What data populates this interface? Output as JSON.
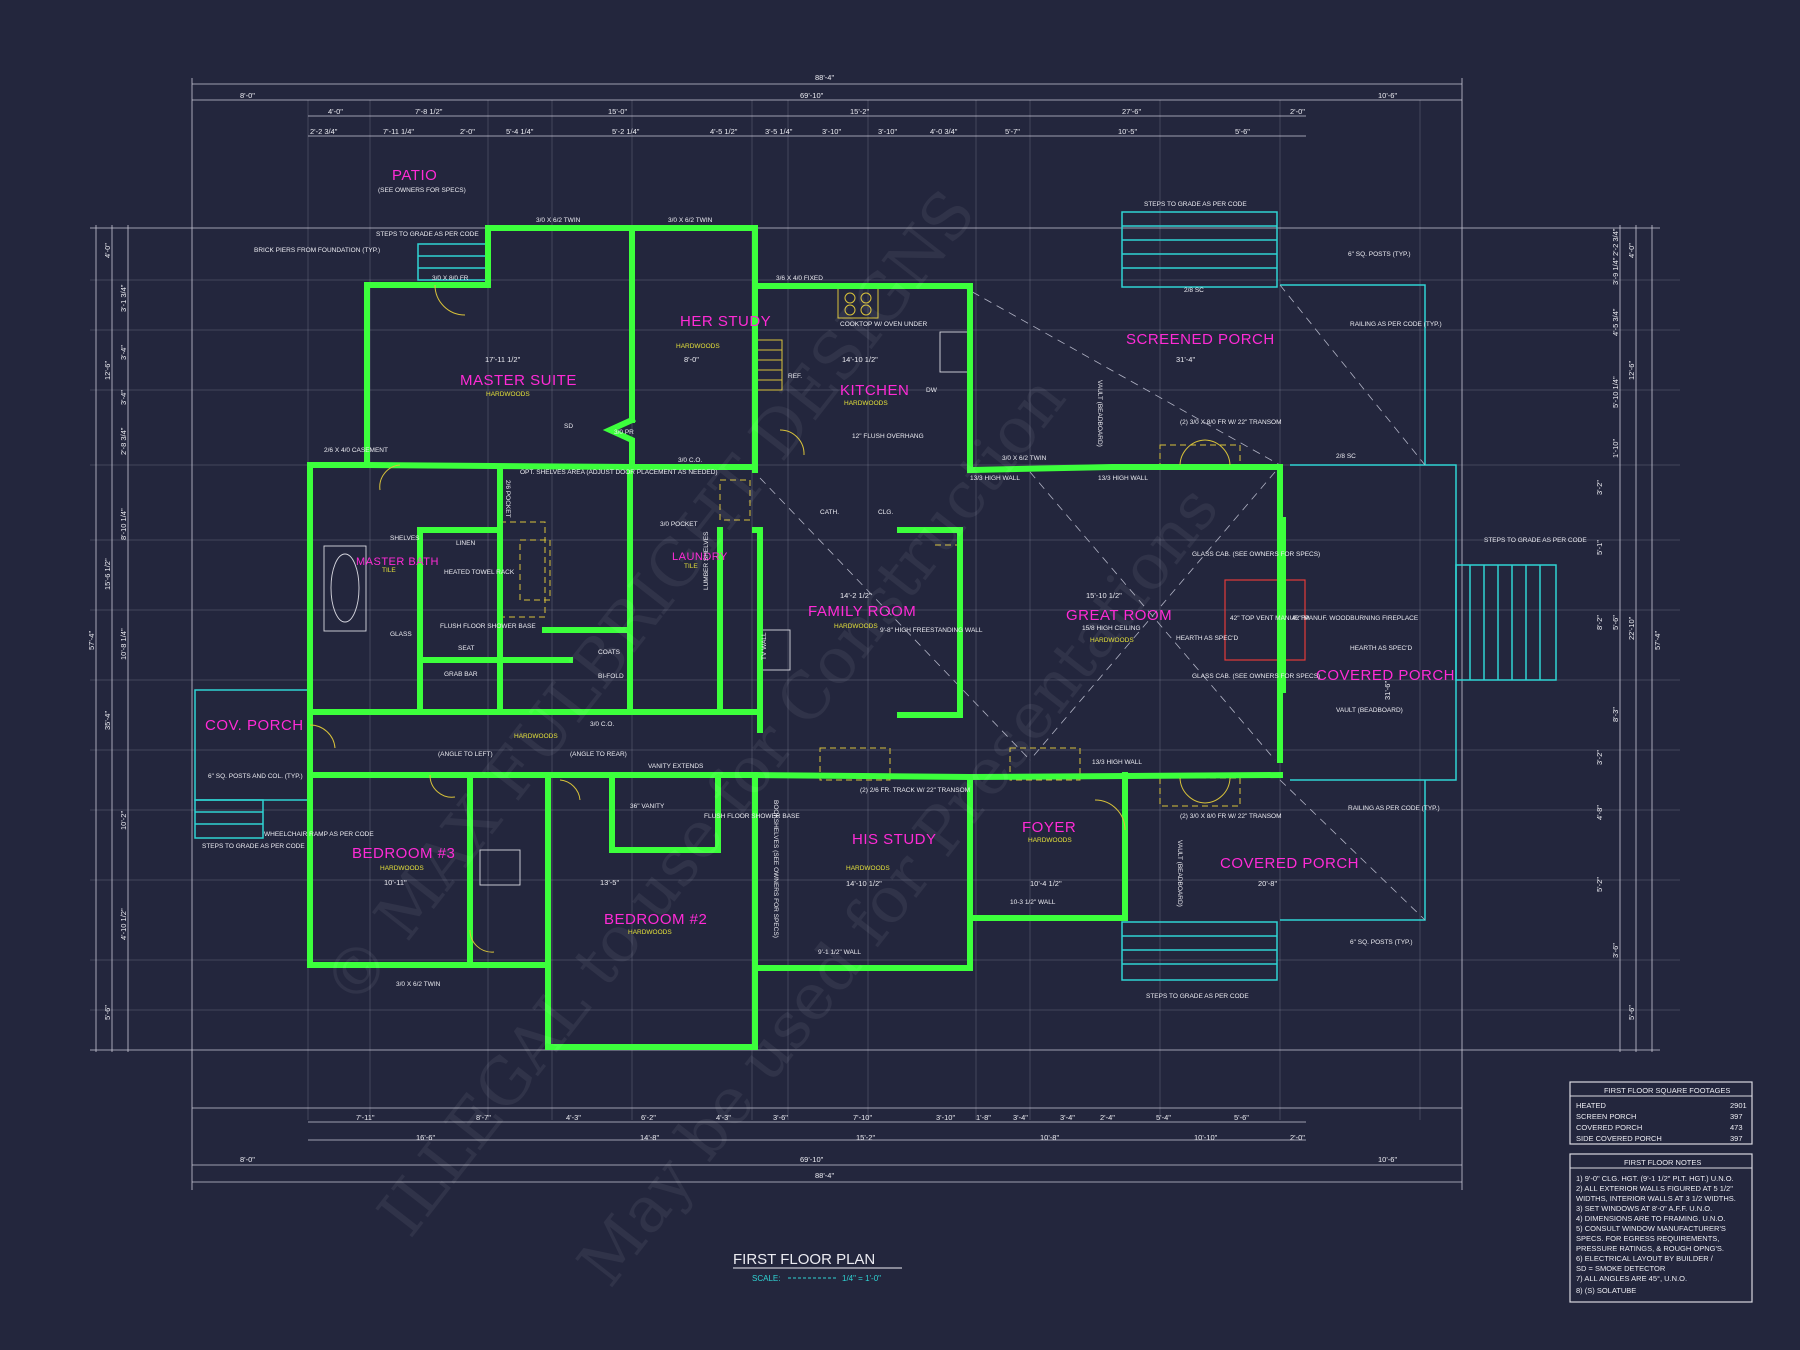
{
  "overall": {
    "top": "88'-4\"",
    "bottom": "88'-4\"",
    "left_side": "57'-4\"",
    "right_side": "57'-4\""
  },
  "top_dims_row1": [
    "8'-0\"",
    "69'-10\"",
    "10'-6\""
  ],
  "top_dims_row2": [
    "4'-0\"",
    "7'-8 1/2\"",
    "15'-0\"",
    "15'-2\"",
    "27'-6\"",
    "2'-0\""
  ],
  "top_dims_row3": [
    "2'-2 3/4\"",
    "7'-11 1/4\"",
    "2'-0\"",
    "5'-4 1/4\"",
    "5'-2 1/4\"",
    "4'-5 1/2\"",
    "3'-5 1/4\"",
    "3'-10\"",
    "3'-10\"",
    "4'-0 3/4\"",
    "5'-7\"",
    "10'-5\"",
    "5'-6\""
  ],
  "bottom_dims_row1": [
    "7'-11\"",
    "8'-7\"",
    "4'-3\"",
    "6'-2\"",
    "4'-3\"",
    "3'-6\"",
    "7'-10\"",
    "3'-10\"",
    "1'-8\"",
    "3'-4\"",
    "3'-4\"",
    "2'-4\"",
    "5'-4\"",
    "5'-6\""
  ],
  "bottom_dims_row2": [
    "16'-6\"",
    "14'-8\"",
    "15'-2\"",
    "10'-8\"",
    "10'-10\"",
    "2'-0\""
  ],
  "bottom_dims_row3": [
    "8'-0\"",
    "69'-10\"",
    "10'-6\""
  ],
  "left_dims": [
    "4'-0\"",
    "3'-1 3/4\"",
    "12'-6\"",
    "3'-4\"",
    "3'-4\"",
    "2'-8 3/4\"",
    "8'-10 1/4\"",
    "15'-6 1/2\"",
    "10'-8 1/4\"",
    "35'-4\"",
    "10'-2\"",
    "4'-10 1/2\"",
    "5'-6\""
  ],
  "right_dims": [
    "2'-2 3/4\"",
    "4'-0\"",
    "3'-9 1/4\"",
    "4'-5 3/4\"",
    "12'-6\"",
    "5'-10 1/4\"",
    "1'-10\"",
    "3'-2\"",
    "5'-1\"",
    "5'-6\"",
    "8'-2\"",
    "22'-10\"",
    "8'-3\"",
    "3'-2\"",
    "4'-8\"",
    "5'-2\"",
    "3'-6\"",
    "5'-6\""
  ],
  "rooms": [
    {
      "name": "PATIO",
      "floor": "(SEE OWNERS FOR SPECS)"
    },
    {
      "name": "MASTER SUITE",
      "floor": "HARDWOODS",
      "dim": "17'-11 1/2\""
    },
    {
      "name": "HER STUDY",
      "floor": "HARDWOODS",
      "dim": "8'-0\""
    },
    {
      "name": "KITCHEN",
      "floor": "HARDWOODS",
      "dim": "14'-10 1/2\""
    },
    {
      "name": "SCREENED PORCH",
      "floor": "",
      "dim": "31'-4\""
    },
    {
      "name": "MASTER BATH",
      "floor": "TILE"
    },
    {
      "name": "LAUNDRY",
      "floor": "TILE"
    },
    {
      "name": "FAMILY ROOM",
      "floor": "HARDWOODS",
      "dim": "14'-2 1/2\""
    },
    {
      "name": "GREAT ROOM",
      "floor": "HARDWOODS",
      "dim": "15'-10 1/2\""
    },
    {
      "name": "COVERED PORCH",
      "floor": "",
      "dim": "31'-6\""
    },
    {
      "name": "COV. PORCH",
      "floor": ""
    },
    {
      "name": "BEDROOM #3",
      "floor": "HARDWOODS",
      "dim": "10'-11\""
    },
    {
      "name": "BEDROOM #2",
      "floor": "HARDWOODS",
      "dim": "13'-5\""
    },
    {
      "name": "HIS STUDY",
      "floor": "HARDWOODS",
      "dim": "14'-10 1/2\""
    },
    {
      "name": "FOYER",
      "floor": "HARDWOODS",
      "dim": "10'-4 1/2\""
    },
    {
      "name": "COVERED PORCH",
      "floor": "",
      "dim": "20'-8\""
    }
  ],
  "notes_labels": {
    "brick": "BRICK PIERS FROM FOUNDATION (TYP.)",
    "steps_patio": "STEPS TO GRADE AS PER CODE",
    "steps_top": "STEPS TO GRADE AS PER CODE",
    "steps_right": "STEPS TO GRADE AS PER CODE",
    "steps_bottom": "STEPS TO GRADE AS PER CODE",
    "steps_left": "STEPS TO GRADE AS PER CODE",
    "wheelchair": "WHEELCHAIR RAMP AS PER CODE",
    "posts_top": "6\" SQ. POSTS (TYP.)",
    "posts_bottom": "6\" SQ. POSTS (TYP.)",
    "posts_left": "6\" SQ. POSTS AND COL. (TYP.)",
    "railing_top": "RAILING AS PER CODE (TYP.)",
    "railing_bottom": "RAILING AS PER CODE (TYP.)",
    "cooktop": "COOKTOP W/ OVEN UNDER",
    "flush": "12\" FLUSH OVERHANG",
    "ref": "REF.",
    "dw": "DW",
    "closet": "OPT. SHELVES AREA (ADJUST DOOR PLACEMENT AS NEEDED)",
    "shelves": "SHELVES",
    "linen": "LINEN",
    "towel": "HEATED TOWEL RACK",
    "shower": "FLUSH FLOOR SHOWER BASE",
    "glass": "GLASS",
    "seat": "SEAT",
    "grab": "GRAB BAR",
    "coats": "COATS",
    "bifold": "BI-FOLD",
    "hallway": "HARDWOODS",
    "angle_left": "(ANGLE TO LEFT)",
    "angle_rear": "(ANGLE TO REAR)",
    "vanity_ext": "VANITY EXTENDS",
    "vanity": "36\" VANITY",
    "shower2": "FLUSH FLOOR SHOWER BASE",
    "bookshelves": "BOOKSHELVES (SEE OWNERS FOR SPECS)",
    "fr_track": "(2) 2/6 FR. TRACK W/ 22\" TRANSOM",
    "fr_transom": "(2) 3/0 X 8/0 FR W/ 22\" TRANSOM",
    "fr_transom2": "(2) 3/0 X 8/0 FR W/ 22\" TRANSOM",
    "glass_cab1": "GLASS CAB. (SEE OWNERS FOR SPECS)",
    "glass_cab2": "GLASS CAB. (SEE OWNERS FOR SPECS)",
    "top_vent": "42\" TOP VENT MANUF. FP",
    "fireplace": "42\" MANUF. WOODBURNING FIREPLACE",
    "hearth1": "HEARTH AS SPEC'D",
    "hearth2": "HEARTH AS SPEC'D",
    "ceiling": "15/8 HIGH CEILING",
    "family_wall": "9'-8\" HIGH FREESTANDING WALL",
    "high_wall1": "13/3 HIGH WALL",
    "high_wall2": "13/3 HIGH WALL",
    "high_wall3": "13/3 HIGH WALL",
    "high_wall4": "10-3 1/2\" WALL",
    "high_wall5": "9'-1 1/2\" WALL",
    "vault1": "VAULT (BEADBOARD)",
    "vault2": "VAULT (BEADBOARD)",
    "vault3": "VAULT (BEADBOARD)",
    "clg": "CLG.",
    "cath": "CATH.",
    "sd": "SD",
    "win_twin1": "3/0 X 6/2 TWIN",
    "win_twin2": "3/0 X 6/2 TWIN",
    "win_twin3": "3/0 X 6/2 TWIN",
    "win_twin4": "3/0 X 6/2 TWIN",
    "win_fixed": "3/6 X 4/0 FIXED",
    "casement": "2/6 X 4/0 CASEMENT",
    "pocket1": "3/0 POCKET",
    "pocket2": "2/6 POCKET",
    "door_fr": "3/0 X 8/0 FR",
    "sc1": "2/8 SC",
    "sc2": "2/8 SC",
    "co1": "3/0 C.O.",
    "co2": "3/0 C.O.",
    "pr": "3/0 PR",
    "pantry": "LUMBER SHELVES",
    "tv": "TV WALL"
  },
  "title": {
    "main": "FIRST FLOOR PLAN",
    "scale_label": "SCALE:",
    "scale_value": "1/4\" = 1'-0\""
  },
  "sqft": {
    "header": "FIRST FLOOR SQUARE FOOTAGES",
    "rows": [
      {
        "label": "HEATED",
        "value": "2901"
      },
      {
        "label": "SCREEN PORCH",
        "value": "397"
      },
      {
        "label": "COVERED PORCH",
        "value": "473"
      },
      {
        "label": "SIDE COVERED PORCH",
        "value": "397"
      }
    ]
  },
  "floor_notes": {
    "header": "FIRST FLOOR NOTES",
    "items": [
      "1) 9'-0\" CLG. HGT. (9'-1 1/2\" PLT. HGT.) U.N.O.",
      "2) ALL EXTERIOR WALLS FIGURED AT 5 1/2\"",
      "   WIDTHS, INTERIOR WALLS AT 3 1/2 WIDTHS.",
      "3) SET WINDOWS AT 8'-0\" A.F.F. U.N.O.",
      "4) DIMENSIONS ARE TO FRAMING. U.N.O.",
      "5) CONSULT WINDOW MANUFACTURER'S",
      "   SPECS. FOR EGRESS REQUIREMENTS,",
      "   PRESSURE RATINGS, & ROUGH OPNG'S.",
      "6) ELECTRICAL LAYOUT BY BUILDER /",
      "   SD = SMOKE DETECTOR",
      "7) ALL ANGLES ARE 45°, U.N.O.",
      "8) (S) SOLATUBE"
    ]
  },
  "watermark": [
    "© MAX FULBRIGHT DESIGNS",
    "ILLEGAL to use for Construction",
    "May be used for Presentations"
  ],
  "colors": {
    "background": "#23263d",
    "walls": "#3cff3c",
    "room_names": "#ff2bd6",
    "floor_labels": "#e6e23a",
    "porch": "#2fd3d3"
  }
}
